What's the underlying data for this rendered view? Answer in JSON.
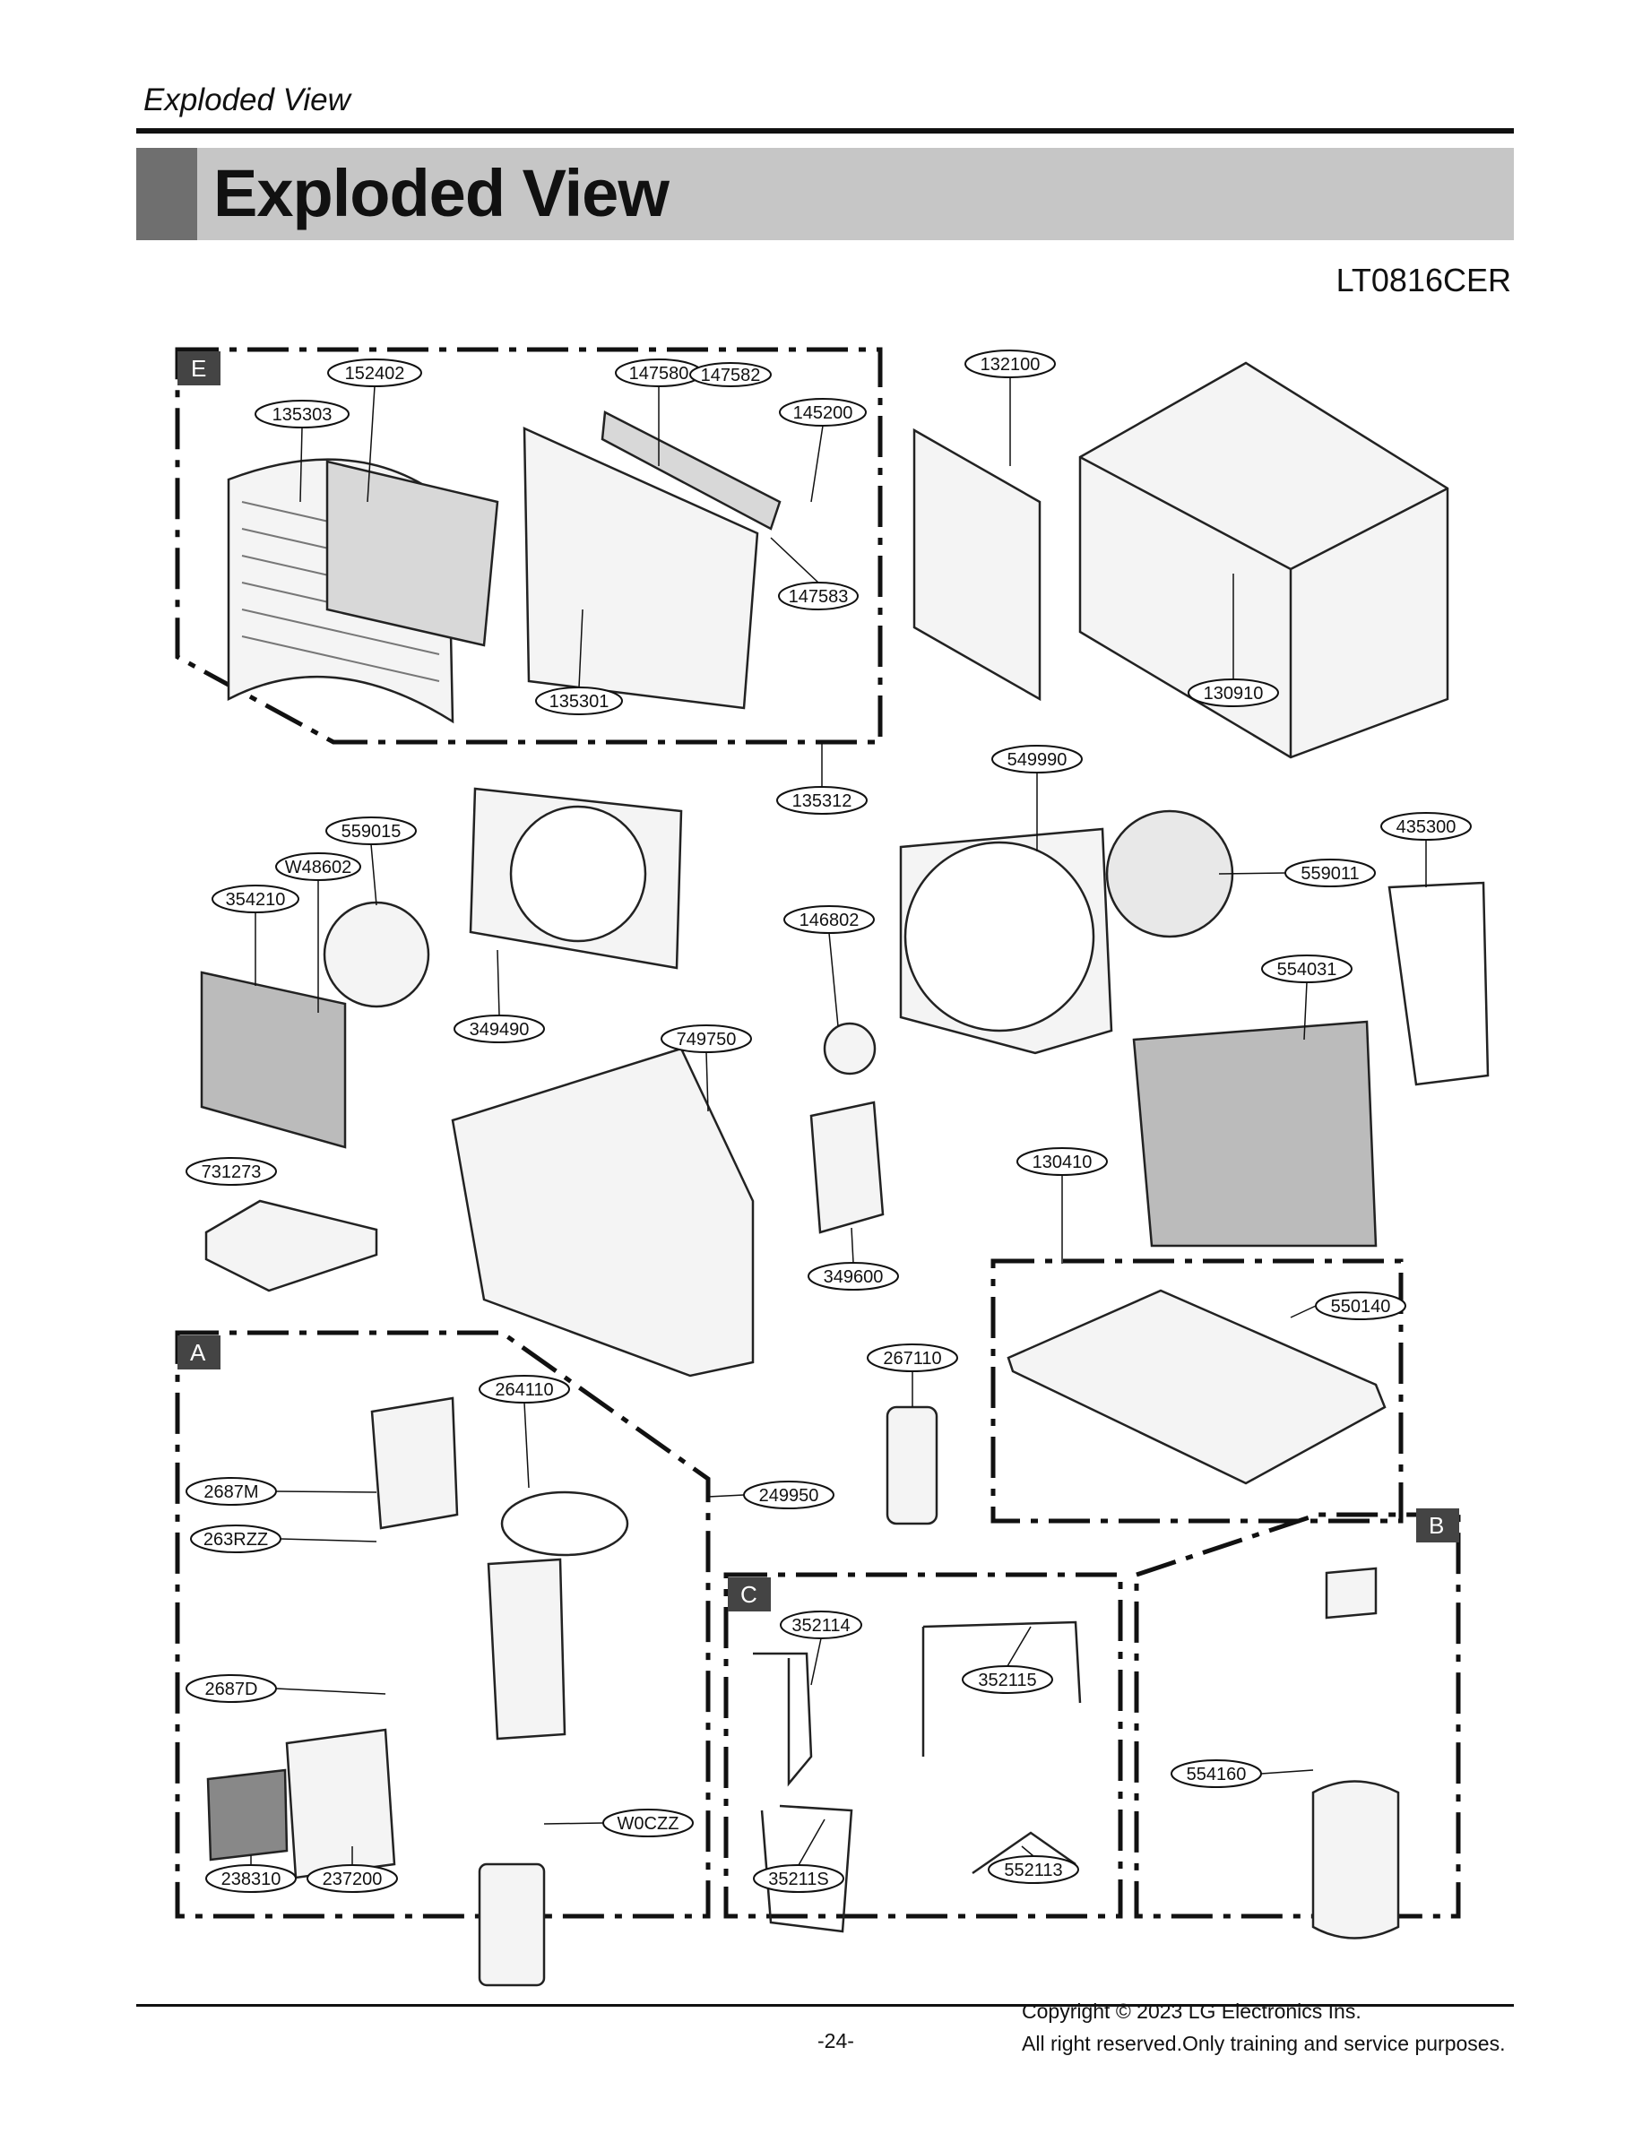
{
  "header": {
    "running_title": "Exploded View",
    "title": "Exploded View",
    "model": "LT0816CER"
  },
  "sections": [
    "E",
    "A",
    "B",
    "C"
  ],
  "parts": [
    "135303",
    "152402",
    "147580",
    "147582",
    "145200",
    "147583",
    "135301",
    "132100",
    "130910",
    "135312",
    "549990",
    "435300",
    "559011",
    "559015",
    "W48602",
    "354210",
    "146802",
    "554031",
    "349490",
    "749750",
    "731273",
    "130410",
    "349600",
    "550140",
    "267110",
    "264110",
    "2687M",
    "249950",
    "263RZZ",
    "2687D",
    "W0CZZ",
    "238310",
    "237200",
    "352114",
    "352115",
    "554160",
    "35211S",
    "552113"
  ],
  "footer": {
    "page": "-24-",
    "copyright": "Copyright © 2023 LG Electronics Ins.",
    "rights": "All right reserved.Only training and service purposes."
  }
}
